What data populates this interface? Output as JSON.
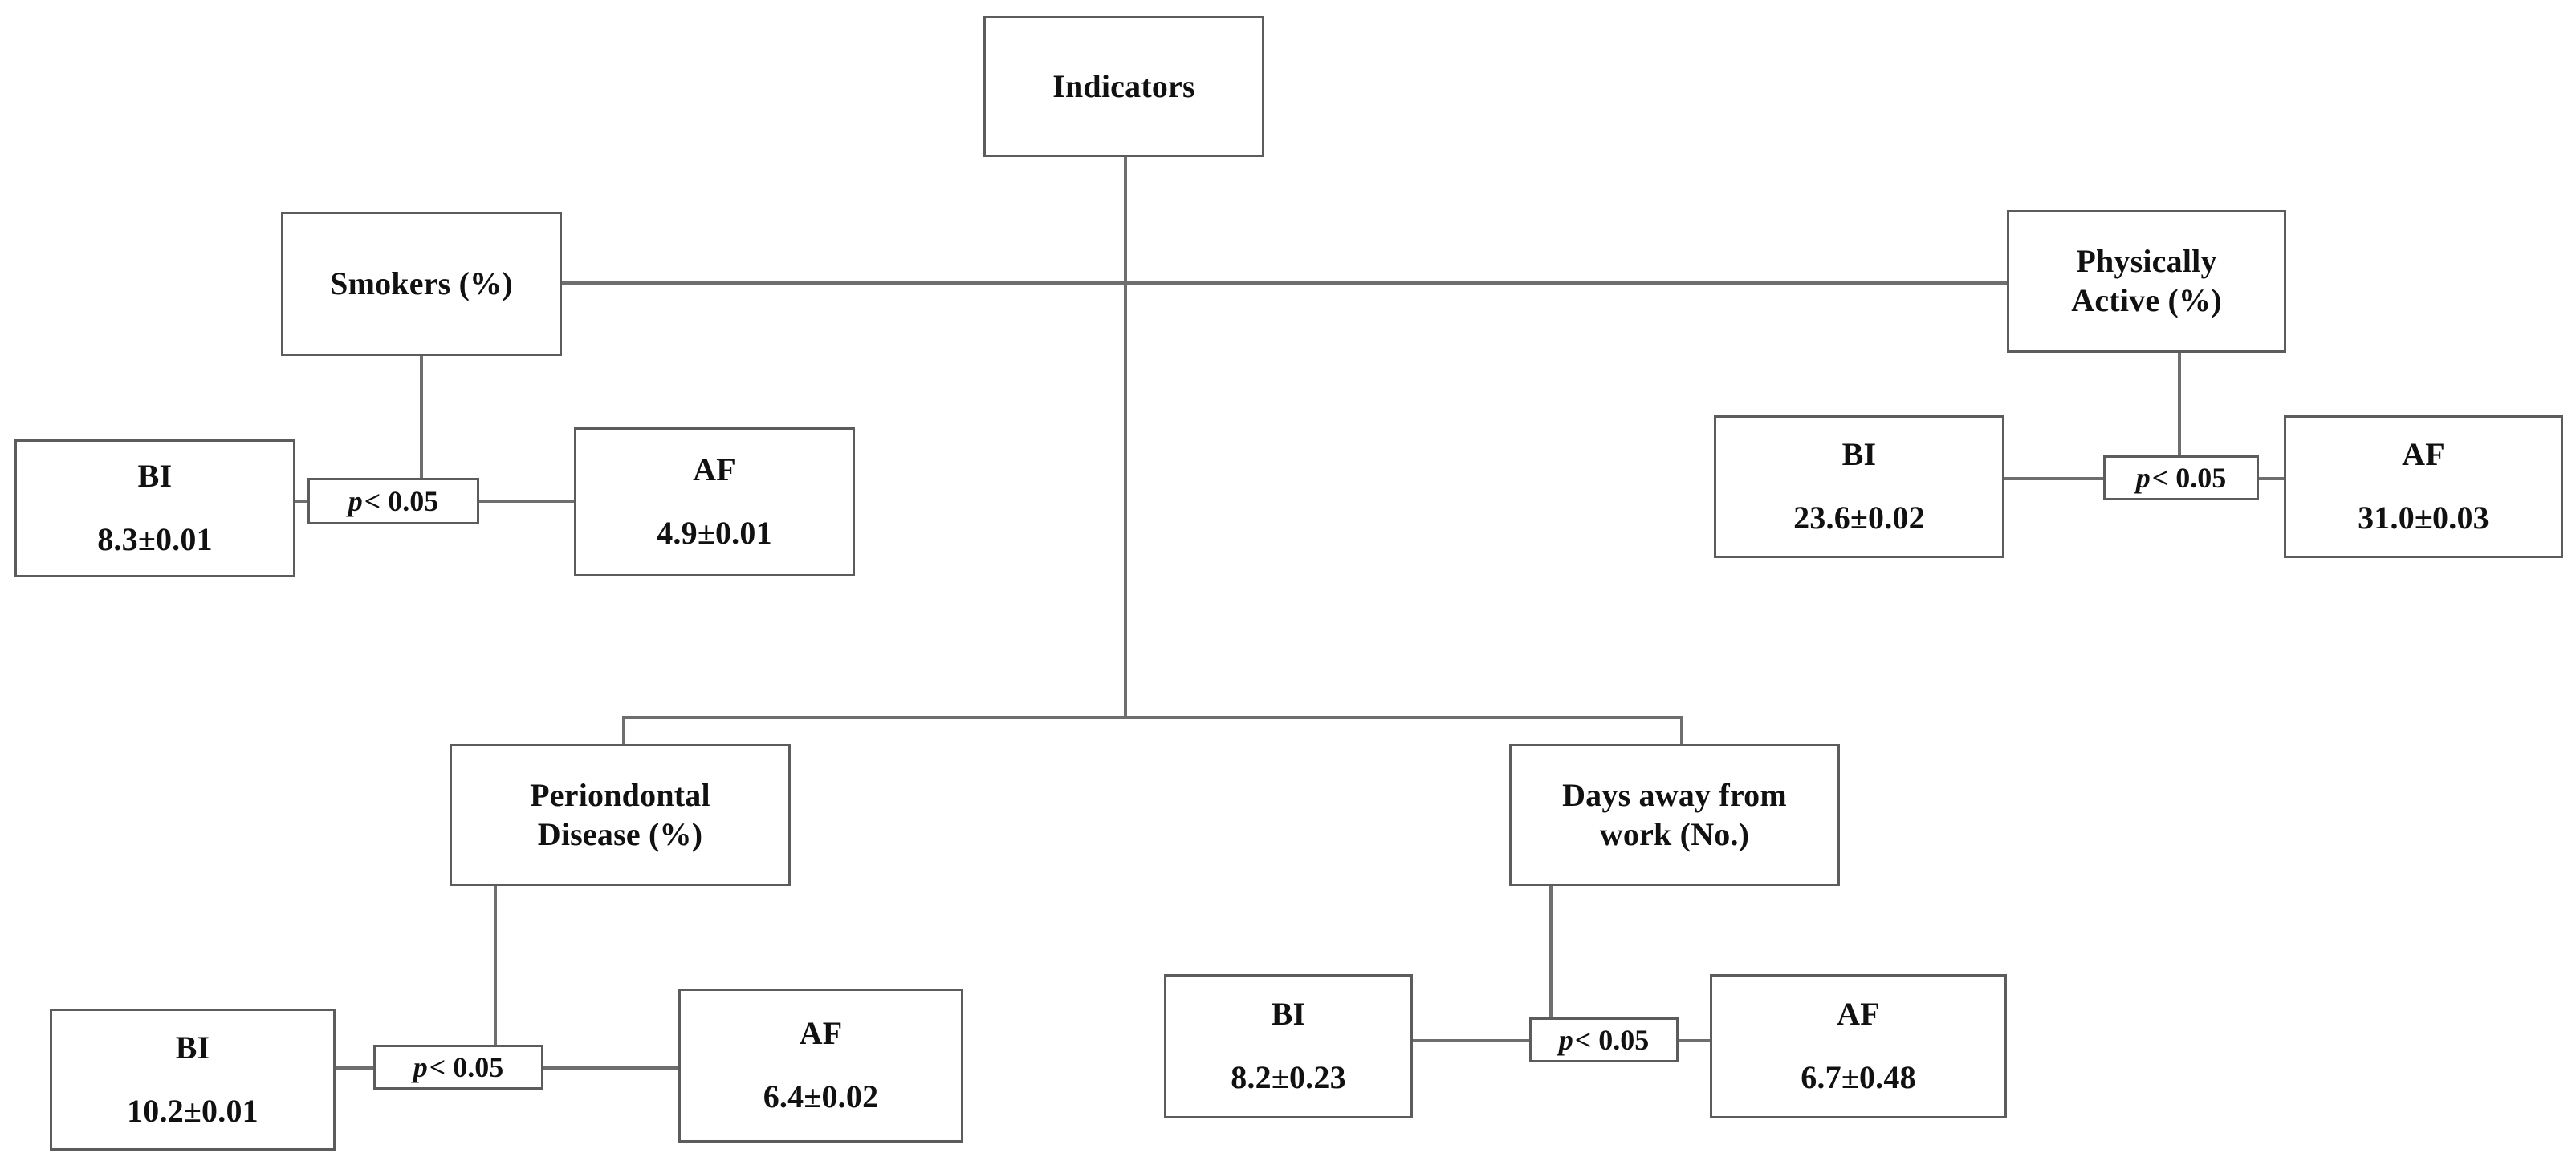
{
  "diagram": {
    "title": "Indicators",
    "root": {
      "label": "Indicators"
    },
    "branches": [
      {
        "id": "smokers",
        "label_line1": "Smokers (%)",
        "label_line2": "",
        "p_value": "p < 0.05",
        "p_symbol": "p",
        "p_rest": " < 0.05",
        "baseline": {
          "name": "BI",
          "value": "8.3±0.01"
        },
        "followup": {
          "name": "AF",
          "value": "4.9±0.01"
        }
      },
      {
        "id": "physically-active",
        "label_line1": "Physically",
        "label_line2": "Active (%)",
        "p_value": "p < 0.05",
        "p_symbol": "p",
        "p_rest": " < 0.05",
        "baseline": {
          "name": "BI",
          "value": "23.6±0.02"
        },
        "followup": {
          "name": "AF",
          "value": "31.0±0.03"
        }
      },
      {
        "id": "periondontal-disease",
        "label_line1": "Periondontal",
        "label_line2": "Disease (%)",
        "p_value": "p < 0.05",
        "p_symbol": "p",
        "p_rest": " < 0.05",
        "baseline": {
          "name": "BI",
          "value": "10.2±0.01"
        },
        "followup": {
          "name": "AF",
          "value": "6.4±0.02"
        }
      },
      {
        "id": "days-away-from-work",
        "label_line1": "Days away from",
        "label_line2": "work (No.)",
        "p_value": "p < 0.05",
        "p_symbol": "p",
        "p_rest": " < 0.05",
        "baseline": {
          "name": "BI",
          "value": "8.2±0.23"
        },
        "followup": {
          "name": "AF",
          "value": "6.7±0.48"
        }
      }
    ],
    "colors": {
      "border": "#5c5c5c",
      "connector": "#6e6e6e",
      "background": "#ffffff",
      "text": "#111111"
    }
  }
}
